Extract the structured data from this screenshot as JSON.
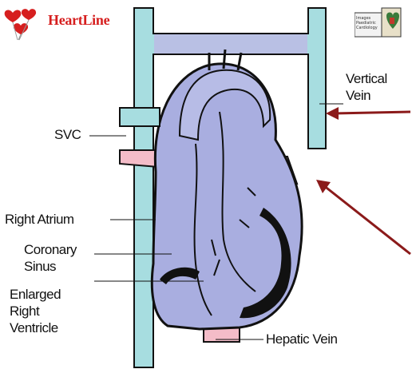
{
  "brand": {
    "name": "HeartLine"
  },
  "corner_logo": {
    "text_lines": [
      "Images",
      "Paediatric",
      "Cardiology"
    ]
  },
  "labels": {
    "vertical_vein": [
      "Vertical",
      "Vein"
    ],
    "svc": "SVC",
    "right_atrium": "Right Atrium",
    "coronary_sinus": [
      "Coronary",
      "Sinus"
    ],
    "enlarged_rv": [
      "Enlarged",
      "Right",
      "Ventricle"
    ],
    "hepatic_vein": "Hepatic Vein"
  },
  "colors": {
    "heart": "#a9aee0",
    "vessel": "#a7dde0",
    "pink": "#f4bcc8",
    "outline": "#111111",
    "arrow": "#8b1a1a",
    "brand": "#d61f1f"
  }
}
